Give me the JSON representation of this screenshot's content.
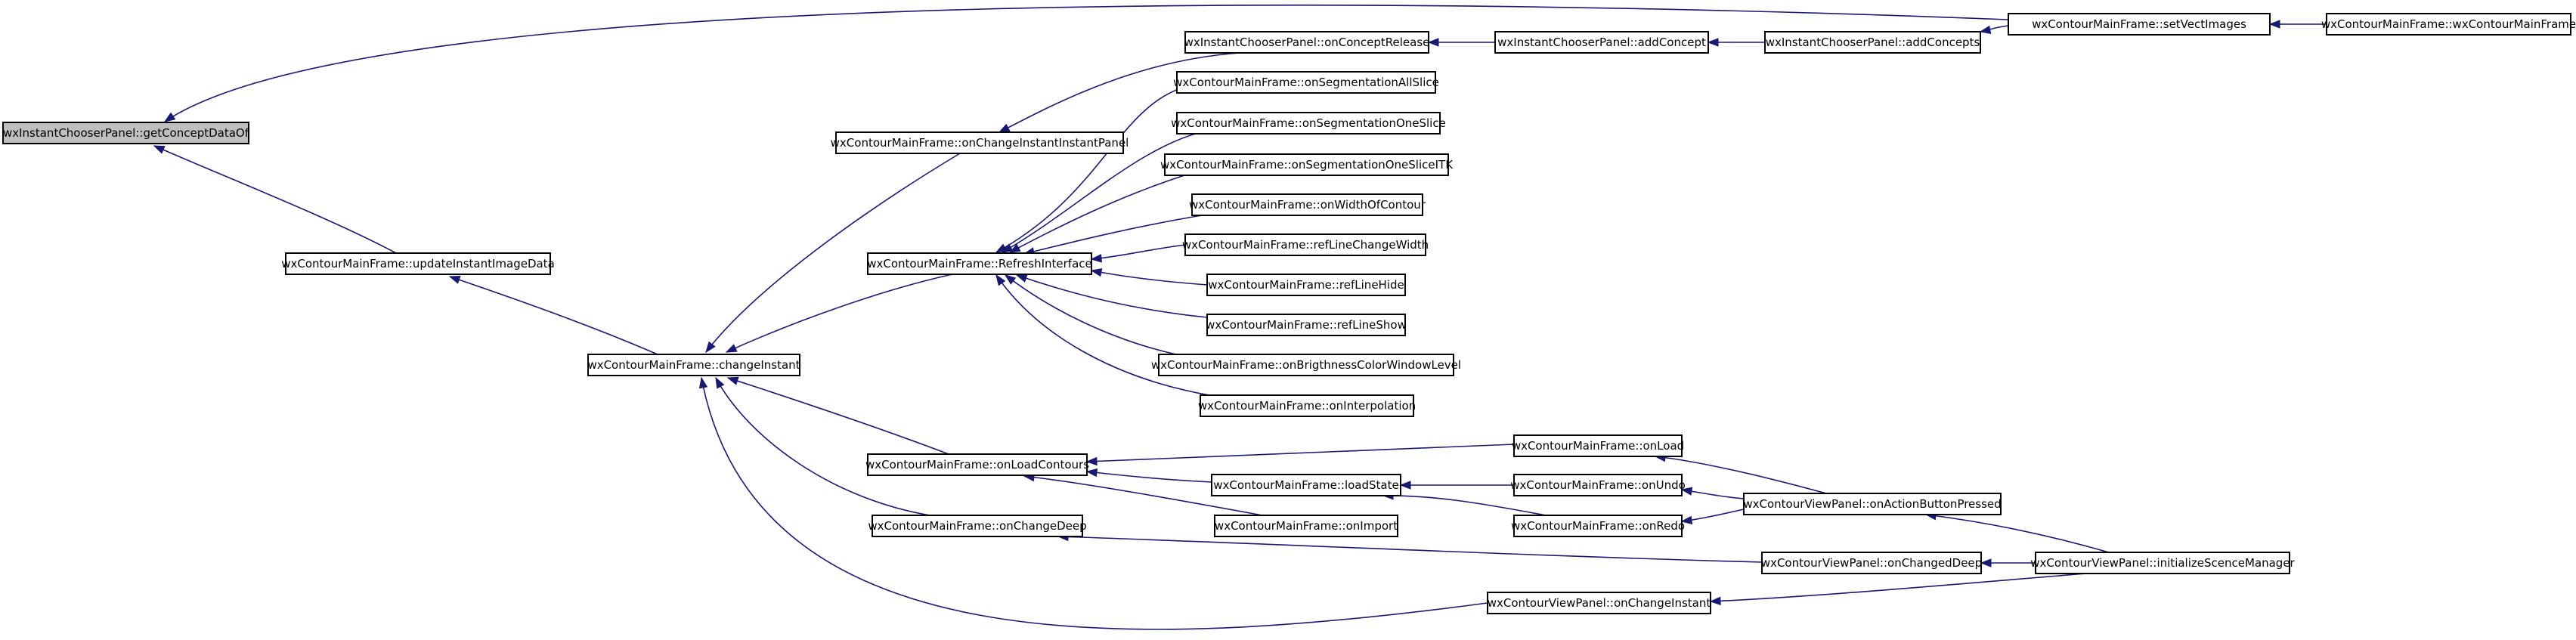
{
  "diagram": {
    "type": "doxygen-caller-graph",
    "colors": {
      "edge": "#191970",
      "root_fill": "#bfbfbf",
      "node_fill": "#ffffff",
      "node_border": "#000000"
    },
    "nodes": [
      {
        "id": "root",
        "label": "wxInstantChooserPanel::getConceptDataOf",
        "root": true
      },
      {
        "id": "updInst",
        "label": "wxContourMainFrame::updateInstantImageData"
      },
      {
        "id": "changeInst",
        "label": "wxContourMainFrame::changeInstant"
      },
      {
        "id": "onChInstPanel",
        "label": "wxContourMainFrame::onChangeInstantInstantPanel"
      },
      {
        "id": "refresh",
        "label": "wxContourMainFrame::RefreshInterface"
      },
      {
        "id": "loadContours",
        "label": "wxContourMainFrame::onLoadContours"
      },
      {
        "id": "onChDeep",
        "label": "wxContourMainFrame::onChangeDeep"
      },
      {
        "id": "conceptRelease",
        "label": "wxInstantChooserPanel::onConceptRelease"
      },
      {
        "id": "addConcept",
        "label": "wxInstantChooserPanel::addConcept"
      },
      {
        "id": "addConcepts",
        "label": "wxInstantChooserPanel::addConcepts"
      },
      {
        "id": "setVect",
        "label": "wxContourMainFrame::setVectImages"
      },
      {
        "id": "mainFrame",
        "label": "wxContourMainFrame::wxContourMainFrame"
      },
      {
        "id": "segAll",
        "label": "wxContourMainFrame::onSegmentationAllSlice"
      },
      {
        "id": "segOne",
        "label": "wxContourMainFrame::onSegmentationOneSlice"
      },
      {
        "id": "segITK",
        "label": "wxContourMainFrame::onSegmentationOneSliceITK"
      },
      {
        "id": "width",
        "label": "wxContourMainFrame::onWidthOfContour"
      },
      {
        "id": "refWidth",
        "label": "wxContourMainFrame::refLineChangeWidth"
      },
      {
        "id": "refHide",
        "label": "wxContourMainFrame::refLineHide"
      },
      {
        "id": "refShow",
        "label": "wxContourMainFrame::refLineShow"
      },
      {
        "id": "bright",
        "label": "wxContourMainFrame::onBrigthnessColorWindowLevel"
      },
      {
        "id": "interp",
        "label": "wxContourMainFrame::onInterpolation"
      },
      {
        "id": "onLoad",
        "label": "wxContourMainFrame::onLoad"
      },
      {
        "id": "loadState",
        "label": "wxContourMainFrame::loadState"
      },
      {
        "id": "onImport",
        "label": "wxContourMainFrame::onImport"
      },
      {
        "id": "onUndo",
        "label": "wxContourMainFrame::onUndo"
      },
      {
        "id": "onRedo",
        "label": "wxContourMainFrame::onRedo"
      },
      {
        "id": "actionBtn",
        "label": "wxContourViewPanel::onActionButtonPressed"
      },
      {
        "id": "chDeepVP",
        "label": "wxContourViewPanel::onChangedDeep"
      },
      {
        "id": "initScene",
        "label": "wxContourViewPanel::initializeScenceManager"
      },
      {
        "id": "chInstVP",
        "label": "wxContourViewPanel::onChangeInstant"
      }
    ],
    "edges": [
      {
        "from": "updInst",
        "to": "root"
      },
      {
        "from": "setVect",
        "to": "root"
      },
      {
        "from": "changeInst",
        "to": "updInst"
      },
      {
        "from": "onChInstPanel",
        "to": "changeInst"
      },
      {
        "from": "refresh",
        "to": "changeInst"
      },
      {
        "from": "loadContours",
        "to": "changeInst"
      },
      {
        "from": "onChDeep",
        "to": "changeInst"
      },
      {
        "from": "chInstVP",
        "to": "changeInst"
      },
      {
        "from": "conceptRelease",
        "to": "onChInstPanel"
      },
      {
        "from": "addConcept",
        "to": "conceptRelease"
      },
      {
        "from": "addConcepts",
        "to": "addConcept"
      },
      {
        "from": "setVect",
        "to": "addConcepts"
      },
      {
        "from": "mainFrame",
        "to": "setVect"
      },
      {
        "from": "segAll",
        "to": "refresh"
      },
      {
        "from": "segOne",
        "to": "refresh"
      },
      {
        "from": "segITK",
        "to": "refresh"
      },
      {
        "from": "width",
        "to": "refresh"
      },
      {
        "from": "refWidth",
        "to": "refresh"
      },
      {
        "from": "refHide",
        "to": "refresh"
      },
      {
        "from": "refShow",
        "to": "refresh"
      },
      {
        "from": "bright",
        "to": "refresh"
      },
      {
        "from": "interp",
        "to": "refresh"
      },
      {
        "from": "onLoad",
        "to": "loadContours"
      },
      {
        "from": "loadState",
        "to": "loadContours"
      },
      {
        "from": "onImport",
        "to": "loadContours"
      },
      {
        "from": "onUndo",
        "to": "loadState"
      },
      {
        "from": "onRedo",
        "to": "loadState"
      },
      {
        "from": "actionBtn",
        "to": "onLoad"
      },
      {
        "from": "actionBtn",
        "to": "onUndo"
      },
      {
        "from": "actionBtn",
        "to": "onRedo"
      },
      {
        "from": "initScene",
        "to": "actionBtn"
      },
      {
        "from": "chDeepVP",
        "to": "onChDeep"
      },
      {
        "from": "initScene",
        "to": "chDeepVP"
      },
      {
        "from": "initScene",
        "to": "chInstVP"
      }
    ]
  }
}
